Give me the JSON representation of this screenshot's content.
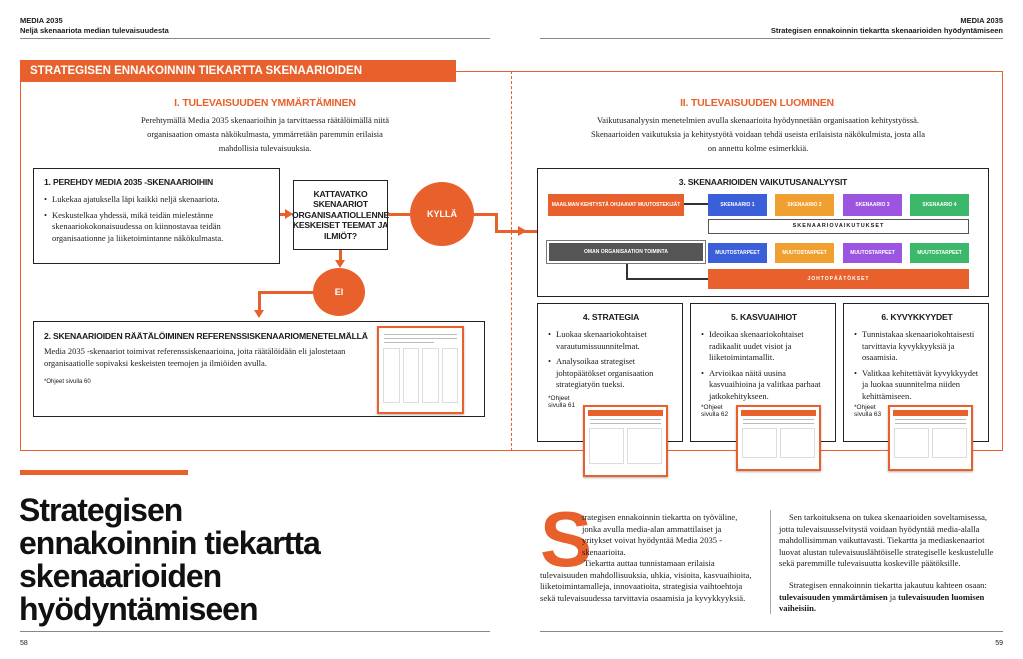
{
  "header_left": {
    "line1": "MEDIA 2035",
    "line2": "Neljä skenaariota median tulevaisuudesta"
  },
  "header_right": {
    "line1": "MEDIA 2035",
    "line2": "Strategisen ennakoinnin tiekartta skenaarioiden hyödyntämiseen"
  },
  "banner": "STRATEGISEN ENNAKOINNIN TIEKARTTA SKENAARIOIDEN HYÖDYNTÄMISEEN",
  "section1": {
    "title": "I. TULEVAISUUDEN YMMÄRTÄMINEN",
    "text": "Perehtymällä Media 2035 skenaarioihin ja tarvittaessa räätälöimällä niitä organisaation omasta näkökulmasta, ymmärretään paremmin erilaisia mahdollisia tulevaisuuksia."
  },
  "section2": {
    "title": "II. TULEVAISUUDEN LUOMINEN",
    "text": "Vaikutusanalyysin menetelmien avulla skenaarioita hyödynnetään organisaation kehitystyössä. Skenaarioiden vaikutuksia ja kehitystyötä voidaan tehdä useista erilaisista näkökulmista, josta alla on annettu kolme esimerkkiä."
  },
  "step1": {
    "title": "1. PEREHDY MEDIA 2035 -SKENAARIOIHIN",
    "items": [
      "Lukekaa ajatuksella läpi kaikki neljä skenaariota.",
      "Keskustelkaa yhdessä, mikä teidän mielestänne skenaariokokonaisuudessa on kiinnostavaa teidän organisaationne ja liiketoimintanne näkökulmasta."
    ]
  },
  "question": "KATTAVATKO SKENAARIOT ORGANISAATIOLLENNE KESKEISET TEEMAT JA ILMIÖT?",
  "yes": "KYLLÄ",
  "no": "EI",
  "step2": {
    "title": "2. SKENAARIOIDEN RÄÄTÄLÖIMINEN REFERENSSISKENAARIOMENETELMÄLLÄ",
    "text": "Media 2035 -skenaariot toimivat referenssiskenaarioina, joita räätälöidään eli jalostetaan organisaatiolle sopivaksi keskeisten teemojen ja ilmiöiden avulla.",
    "note": "*Ohjeet sivulla 60"
  },
  "step3": {
    "title": "3. SKENAARIOIDEN VAIKUTUSANALYYSIT",
    "drivers": "MAAILMAN KEHITYSTÄ OHJAAVAT MUUTOSTEKIJÄT",
    "scenarios": [
      "SKENAARIO 1",
      "SKENAARIO 2",
      "SKENAARIO 3",
      "SKENAARIO 4"
    ],
    "impacts": "SKENAARIOVAIKUTUKSET",
    "own": "OMAN ORGANISAATION TOIMINTA",
    "needs": [
      "MUUTOSTARPEET",
      "MUUTOSTARPEET",
      "MUUTOSTARPEET",
      "MUUTOSTARPEET"
    ],
    "conclusions": "JOHTOPÄÄTÖKSET"
  },
  "step4": {
    "title": "4. STRATEGIA",
    "items": [
      "Luokaa skenaariokohtaiset varautumissuunnitelmat.",
      "Analysoikaa strategiset johtopäätökset organisaation strategiatyön tueksi."
    ],
    "note": "*Ohjeet sivulla 61"
  },
  "step5": {
    "title": "5. KASVUAIHIOT",
    "items": [
      "Ideoikaa skenaariokohtaiset radikaalit uudet visiot ja liiketoimintamallit.",
      "Arvioikaa näitä uusina kasvuaihioina ja valitkaa parhaat jatkokehitykseen."
    ],
    "note": "*Ohjeet sivulla 62"
  },
  "step6": {
    "title": "6. KYVYKKYYDET",
    "items": [
      "Tunnistakaa skenaariokohtaisesti tarvittavia kyvykkyyksiä ja osaamisia.",
      "Valitkaa kehitettävät kyvykkyydet ja luokaa suunnitelma niiden kehittämiseen."
    ],
    "note": "*Ohjeet sivulla 63"
  },
  "headline": "Strategisen ennakoinnin tiekartta skenaarioiden hyödyntämiseen",
  "body": {
    "dropcap": "S",
    "col1_p1": "trategisen ennakoinnin tiekartta on työväline, jonka avulla media-alan ammattilaiset ja yritykset voivat hyödyntää Media 2035 -skenaarioita.",
    "col1_p2": "Tiekartta auttaa tunnistamaan erilaisia tulevaisuuden mahdollisuuksia, uhkia, visioita, kasvuaihioita, liiketoimintamalleja, innovaatioita, strategisia vaihtoehtoja sekä tulevaisuudessa tarvittavia osaamisia ja kyvykkyyksiä.",
    "col2_p1": "Sen tarkoituksena on tukea skenaarioiden soveltamisessa, jotta tulevaisuusselvitystä voidaan hyödyntää media-alalla mahdollisimman vaikuttavasti. Tiekartta ja mediaskenaariot luovat alustan tulevaisuuslähtöiselle strategiselle keskustelulle sekä paremmille tulevaisuutta koskeville päätöksille.",
    "col2_p2a": "Strategisen ennakoinnin tiekartta jakautuu kahteen osaan: ",
    "col2_b1": "tulevaisuuden ymmärtämisen",
    "col2_p2b": " ja ",
    "col2_b2": "tulevaisuuden luomisen vaiheisiin."
  },
  "page_left": "58",
  "page_right": "59",
  "colors": {
    "orange": "#e8612c",
    "blue": "#3b5fd9",
    "amber": "#f0a030",
    "purple": "#9b55e0",
    "green": "#3cb86a",
    "gray": "#555555"
  }
}
